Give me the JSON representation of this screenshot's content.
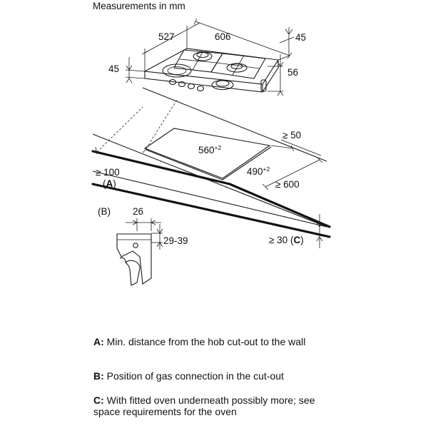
{
  "title": "Measurements in mm",
  "dimensions": {
    "hob_depth": "527",
    "hob_width": "606",
    "hob_height_back": "45",
    "hob_height_front": "45",
    "hob_leg_height": "56",
    "cutout_width": "560",
    "cutout_width_tol": "+2",
    "cutout_depth": "490",
    "cutout_depth_tol": "+2",
    "side_clearance": "≥ 50",
    "wall_distance": "≥ 100",
    "worktop_depth": "≥ 600",
    "below_clearance": "≥ 30"
  },
  "labels": {
    "a_open": "(",
    "a_key": "A",
    "a_close": ")",
    "b_marker": "(B)",
    "c_open": "(",
    "c_key": "C",
    "c_close": ")",
    "gas_offset": "26",
    "gas_height": "29-39"
  },
  "legend": [
    {
      "key": "A:",
      "text": "Min. distance from the hob cut-out to the wall"
    },
    {
      "key": "B:",
      "text": "Position of gas connection in the cut-out"
    },
    {
      "key": "C:",
      "text": "With fitted oven underneath possibly more; see space requirements for the oven"
    }
  ],
  "colors": {
    "line": "#1a1a1a",
    "background": "#ffffff"
  }
}
